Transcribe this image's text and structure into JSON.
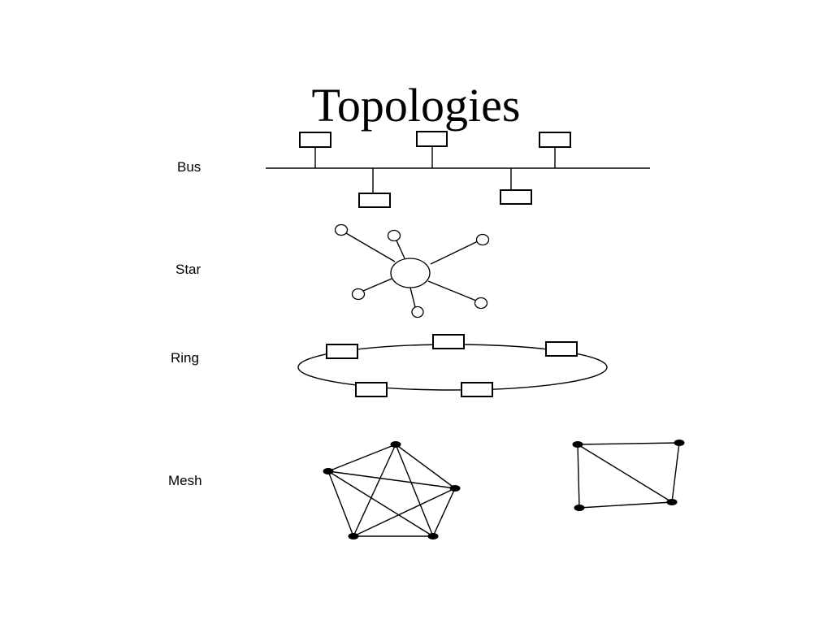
{
  "slide": {
    "title": "Topologies"
  },
  "topologies": [
    {
      "id": "bus",
      "label": "Bus"
    },
    {
      "id": "star",
      "label": "Star"
    },
    {
      "id": "ring",
      "label": "Ring"
    },
    {
      "id": "mesh",
      "label": "Mesh"
    }
  ]
}
